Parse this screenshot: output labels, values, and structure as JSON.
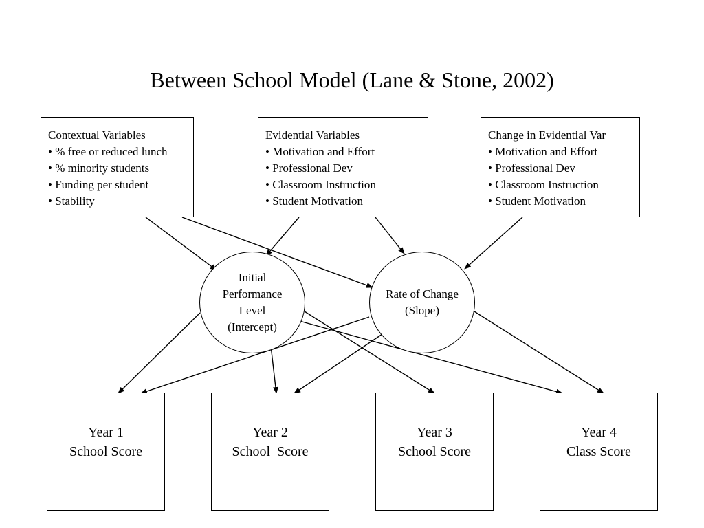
{
  "title": "Between School Model (Lane & Stone, 2002)",
  "boxes": {
    "contextual": {
      "heading": "Contextual Variables",
      "items": [
        "% free or reduced lunch",
        "% minority students",
        "Funding per student",
        "Stability"
      ]
    },
    "evidential": {
      "heading": "Evidential Variables",
      "items": [
        "Motivation and Effort",
        "Professional Dev",
        "Classroom Instruction",
        "Student Motivation"
      ]
    },
    "change": {
      "heading": "Change in Evidential Var",
      "items": [
        "Motivation and Effort",
        "Professional Dev",
        "Classroom Instruction",
        "Student Motivation"
      ]
    }
  },
  "circles": {
    "intercept": {
      "lines": [
        "Initial",
        "Performance",
        "Level",
        "(Intercept)"
      ]
    },
    "slope": {
      "lines": [
        "Rate of Change",
        "(Slope)"
      ]
    }
  },
  "scores": [
    {
      "line1": "Year 1",
      "line2": "School Score"
    },
    {
      "line1": "Year 2",
      "line2": "School  Score"
    },
    {
      "line1": "Year 3",
      "line2": "School Score"
    },
    {
      "line1": "Year 4",
      "line2": "Class Score"
    }
  ]
}
